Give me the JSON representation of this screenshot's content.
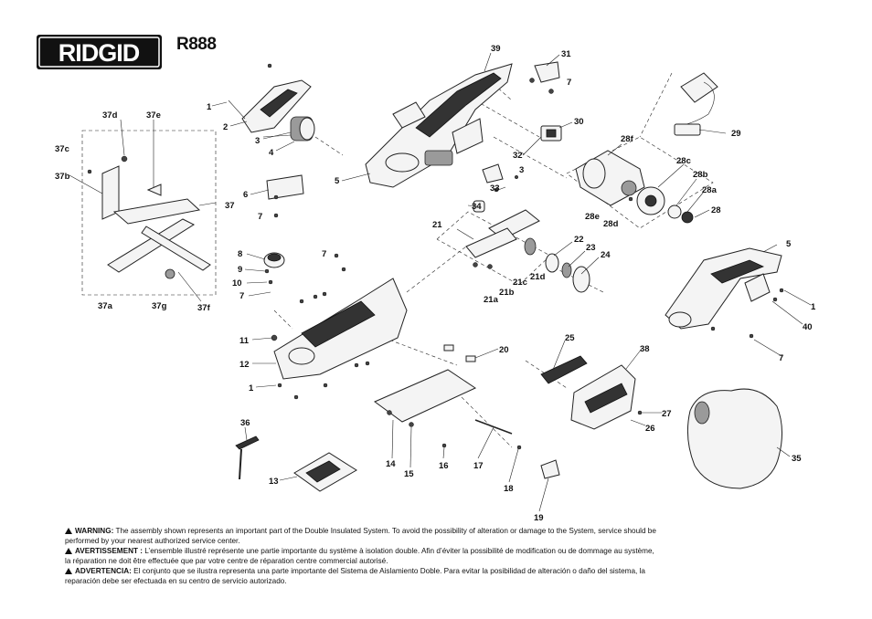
{
  "header": {
    "brand": "RIDGID",
    "model": "R888"
  },
  "labels": {
    "l39": "39",
    "l31": "31",
    "l7a": "7",
    "l30": "30",
    "l1a": "1",
    "l2": "2",
    "l3a": "3",
    "l4": "4",
    "l5a": "5",
    "l32": "32",
    "l3b": "3",
    "l33": "33",
    "l28f": "28f",
    "l29": "29",
    "l28c": "28c",
    "l28b": "28b",
    "l28a": "28a",
    "l28": "28",
    "l28e": "28e",
    "l28d": "28d",
    "l37d": "37d",
    "l37e": "37e",
    "l37c": "37c",
    "l37b": "37b",
    "l37": "37",
    "l37a": "37a",
    "l37g": "37g",
    "l37f": "37f",
    "l6": "6",
    "l7b": "7",
    "l34": "34",
    "l21": "21",
    "l22": "22",
    "l23": "23",
    "l24": "24",
    "l21d": "21d",
    "l21c": "21c",
    "l21b": "21b",
    "l21a": "21a",
    "l8": "8",
    "l9": "9",
    "l10": "10",
    "l7c": "7",
    "l7d": "7",
    "l5b": "5",
    "l1b": "1",
    "l40": "40",
    "l7e": "7",
    "l11": "11",
    "l12": "12",
    "l1c": "1",
    "l20": "20",
    "l25": "25",
    "l38": "38",
    "l27": "27",
    "l26": "26",
    "l36": "36",
    "l13": "13",
    "l14": "14",
    "l15": "15",
    "l16": "16",
    "l17": "17",
    "l18": "18",
    "l19": "19",
    "l35": "35"
  },
  "warnings": [
    {
      "heading": "WARNING:",
      "text": "The assembly shown represents an important part of the Double Insulated System. To avoid the possibility of alteration or damage to the System, service should be performed by your nearest authorized service center."
    },
    {
      "heading": "AVERTISSEMENT :",
      "text": "L’ensemble illustré représente une partie importante du système à isolation double. Afin d’éviter la possibilité de modification ou de dommage au système, la réparation ne doit être effectuée que par votre centre de réparation centre commercial autorisé."
    },
    {
      "heading": "ADVERTENCIA:",
      "text": "El conjunto que se ilustra representa una parte importante del Sistema de Aislamiento Doble. Para evitar la posibilidad de alteración o daño del sistema, la reparación debe ser efectuada en su centro de servicio autorizado."
    }
  ]
}
